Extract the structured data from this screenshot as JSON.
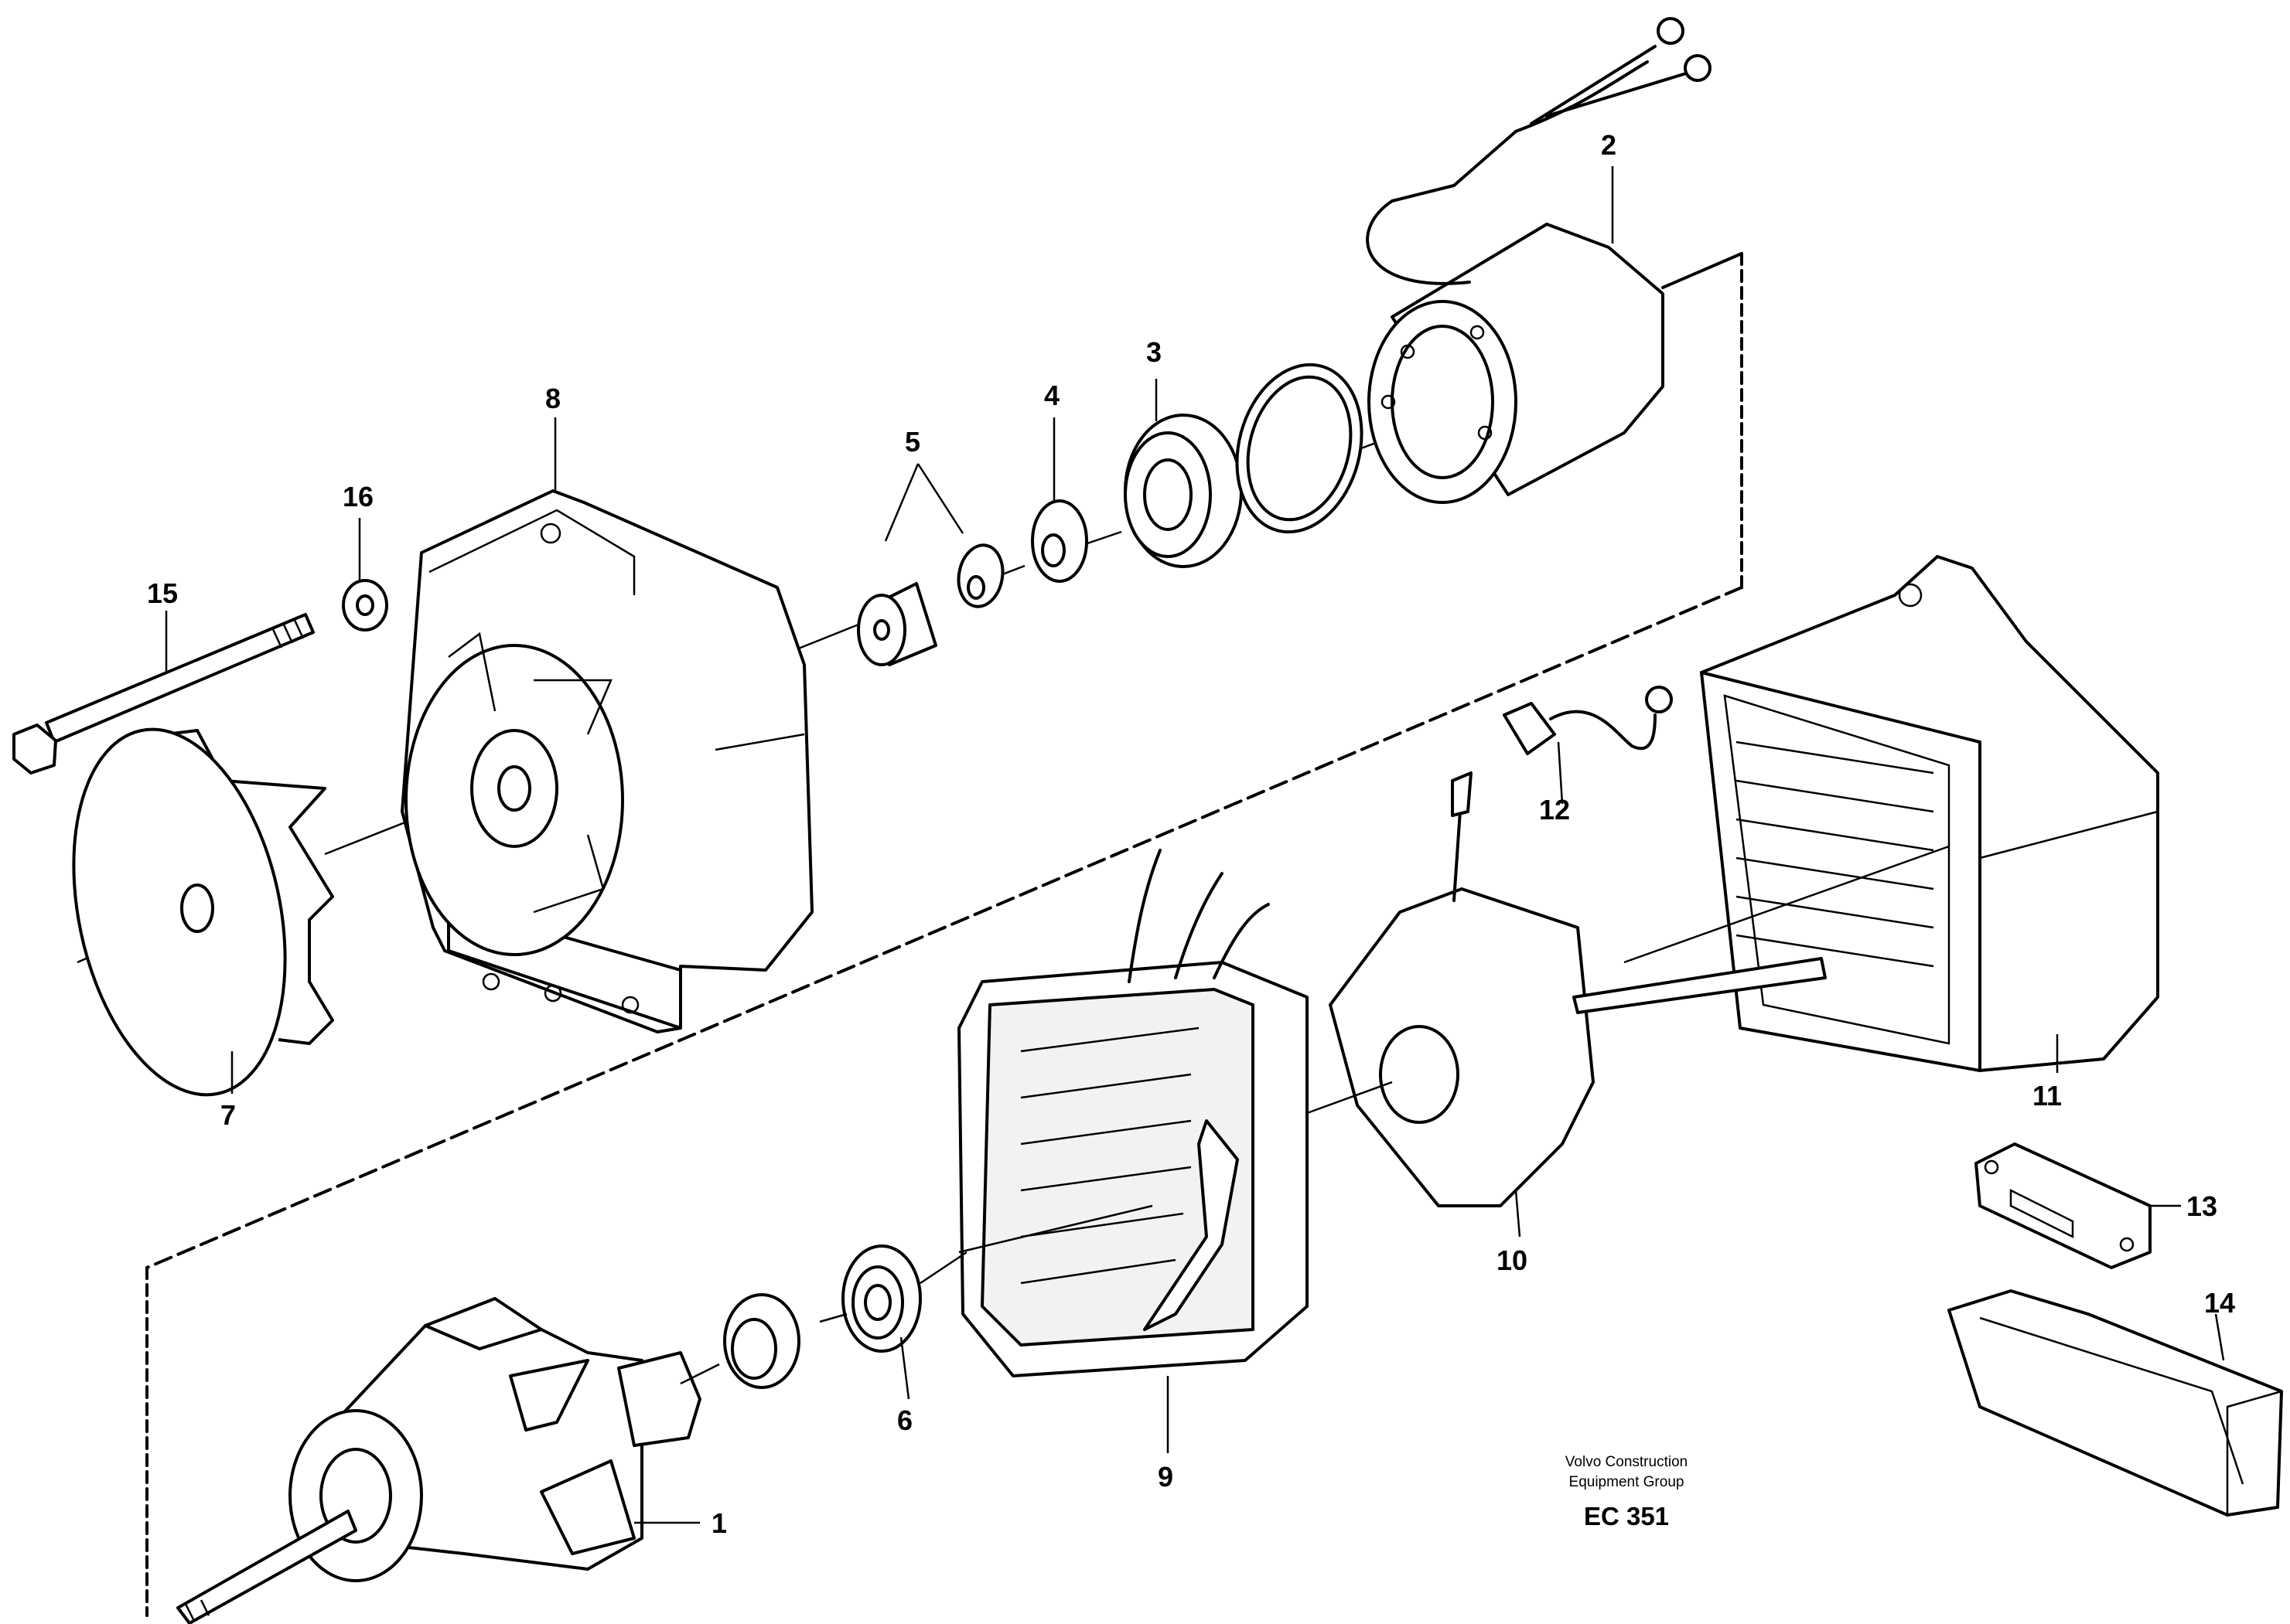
{
  "diagram": {
    "callouts": [
      "1",
      "2",
      "3",
      "4",
      "5",
      "6",
      "7",
      "8",
      "9",
      "10",
      "11",
      "12",
      "13",
      "14",
      "15",
      "16"
    ],
    "caption_line1": "Volvo Construction",
    "caption_line2": "Equipment Group",
    "figure_code": "EC 351"
  }
}
